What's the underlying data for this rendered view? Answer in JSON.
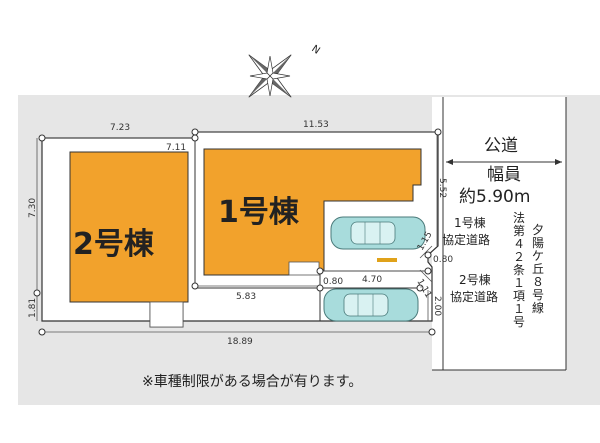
{
  "buildings": [
    {
      "label": "1号棟"
    },
    {
      "label": "2号棟"
    }
  ],
  "public_road": {
    "title": "公道",
    "width_label": "幅員",
    "width_value": "約5.90m",
    "legal_basis": [
      "法第４２条１項１号",
      "夕陽ケ丘８号線"
    ]
  },
  "private_roads": [
    {
      "label_lines": [
        "1号棟",
        "協定道路"
      ]
    },
    {
      "label_lines": [
        "2号棟",
        "協定道路"
      ]
    }
  ],
  "dimensions": {
    "top_left": "7.23",
    "notch": "7.11",
    "top_right": "11.53",
    "left_upper": "7.30",
    "left_lower": "1.81",
    "middle": "5.83",
    "bottom": "18.89",
    "road_height": "5.52",
    "access_a": "0.80",
    "access_b": "4.70",
    "access_c": "0.80",
    "corner_a": "1.15",
    "corner_b": "1.11",
    "access_width": "2.00"
  },
  "compass": {
    "north_label": "N"
  },
  "note": "※車種制限がある場合が有ります。",
  "colors": {
    "building_fill": "#f2a22c",
    "lot_fill": "#ffffff",
    "road_fill": "#e6e6e6",
    "car_fill": "#a8dcdc",
    "parking_mark": "#e0a21a"
  }
}
